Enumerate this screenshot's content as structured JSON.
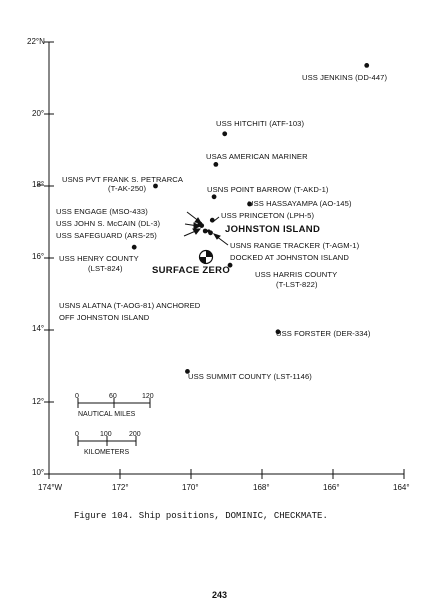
{
  "map": {
    "lat_labels": [
      "22°N",
      "20°",
      "18°",
      "16°",
      "14°",
      "12°",
      "10°"
    ],
    "lon_labels": [
      "174°W",
      "172°",
      "170°",
      "168°",
      "166°",
      "164°"
    ],
    "ships": [
      {
        "id": "jenkins",
        "lines": [
          "USS JENKINS (DD-447)"
        ],
        "lat": 21.35,
        "lon": 165.05
      },
      {
        "id": "hitchiti",
        "lines": [
          "USS HITCHITI (ATF-103)"
        ],
        "lat": 19.45,
        "lon": 169.05
      },
      {
        "id": "american-mariner",
        "lines": [
          "USAS AMERICAN MARINER"
        ],
        "lat": 18.6,
        "lon": 169.3
      },
      {
        "id": "petrarca",
        "lines": [
          "USNS PVT FRANK S. PETRARCA",
          "(T-AK-250)"
        ],
        "lat": 18.0,
        "lon": 171.0
      },
      {
        "id": "point-barrow",
        "lines": [
          "USNS POINT BARROW (T-AKD-1)"
        ],
        "lat": 17.7,
        "lon": 169.35
      },
      {
        "id": "hassayampa",
        "lines": [
          "USS HASSAYAMPA (AO-145)"
        ],
        "lat": 17.5,
        "lon": 168.35
      },
      {
        "id": "engage",
        "lines": [
          "USS ENGAGE (MSO-433)"
        ],
        "lat": 16.95,
        "lon": 169.75
      },
      {
        "id": "mccain",
        "lines": [
          "USS JOHN S. McCAIN (DL-3)"
        ],
        "lat": 16.9,
        "lon": 169.7
      },
      {
        "id": "safeguard",
        "lines": [
          "USS SAFEGUARD (ARS-25)"
        ],
        "lat": 16.75,
        "lon": 169.6
      },
      {
        "id": "princeton",
        "lines": [
          "USS PRINCETON (LPH-5)"
        ],
        "lat": 17.05,
        "lon": 169.4
      },
      {
        "id": "range-tracker",
        "lines": [
          "USNS RANGE TRACKER (T-AGM-1)",
          "DOCKED AT JOHNSTON ISLAND"
        ],
        "lat": 16.7,
        "lon": 169.45
      },
      {
        "id": "henry-county",
        "lines": [
          "USS HENRY COUNTY",
          "(LST-824)"
        ],
        "lat": 16.3,
        "lon": 171.6
      },
      {
        "id": "harris-county",
        "lines": [
          "USS HARRIS COUNTY",
          "(T-LST-822)"
        ],
        "lat": 15.8,
        "lon": 168.9
      },
      {
        "id": "alatna",
        "lines": [
          "USNS ALATNA (T-AOG-81) ANCHORED",
          "OFF JOHNSTON ISLAND"
        ],
        "lat": null,
        "lon": null
      },
      {
        "id": "forster",
        "lines": [
          "USS FORSTER (DER-334)"
        ],
        "lat": 13.95,
        "lon": 167.55
      },
      {
        "id": "summit-county",
        "lines": [
          "USS SUMMIT COUNTY (LST-1146)"
        ],
        "lat": 12.85,
        "lon": 170.1
      }
    ],
    "johnston_island": {
      "label": "JOHNSTON ISLAND",
      "lat": 16.75,
      "lon": 169.5
    },
    "surface_zero": {
      "label": "SURFACE ZERO",
      "lat": 16.35,
      "lon": 169.7
    },
    "scale_nm": {
      "ticks": [
        "0",
        "60",
        "120"
      ],
      "label": "NAUTICAL MILES"
    },
    "scale_km": {
      "ticks": [
        "0",
        "100",
        "200"
      ],
      "label": "KILOMETERS"
    }
  },
  "caption": "Figure 104.  Ship positions, DOMINIC, CHECKMATE.",
  "page_number": "243"
}
